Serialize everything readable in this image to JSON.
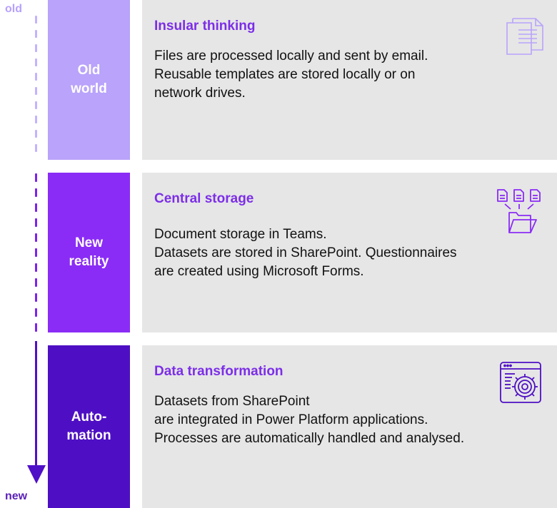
{
  "axis": {
    "start_label": "old",
    "end_label": "new"
  },
  "stages": [
    {
      "name_lines": [
        "Old",
        "world"
      ],
      "color": "#b9a3fb",
      "title": "Insular thinking",
      "text_lines": [
        "Files are processed locally and sent by email.",
        "Reusable templates are stored locally or on",
        "network drives."
      ],
      "icon": "document-icon"
    },
    {
      "name_lines": [
        "New",
        "reality"
      ],
      "color": "#8a2cf5",
      "title": "Central storage",
      "text_lines": [
        "Document storage in Teams.",
        "Datasets are stored in SharePoint. Questionnaires",
        "are created using Microsoft Forms."
      ],
      "icon": "folder-documents-icon"
    },
    {
      "name_lines": [
        "Auto-",
        "mation"
      ],
      "color": "#4e0fc4",
      "title": "Data transformation",
      "text_lines": [
        "Datasets from SharePoint",
        "are integrated in Power Platform applications.",
        "Processes are automatically handled and analysed."
      ],
      "icon": "settings-window-icon"
    }
  ],
  "colors": {
    "panel_background": "#e6e6e6",
    "title_purple": "#7c2ee8",
    "arrow": "#5010c8"
  }
}
